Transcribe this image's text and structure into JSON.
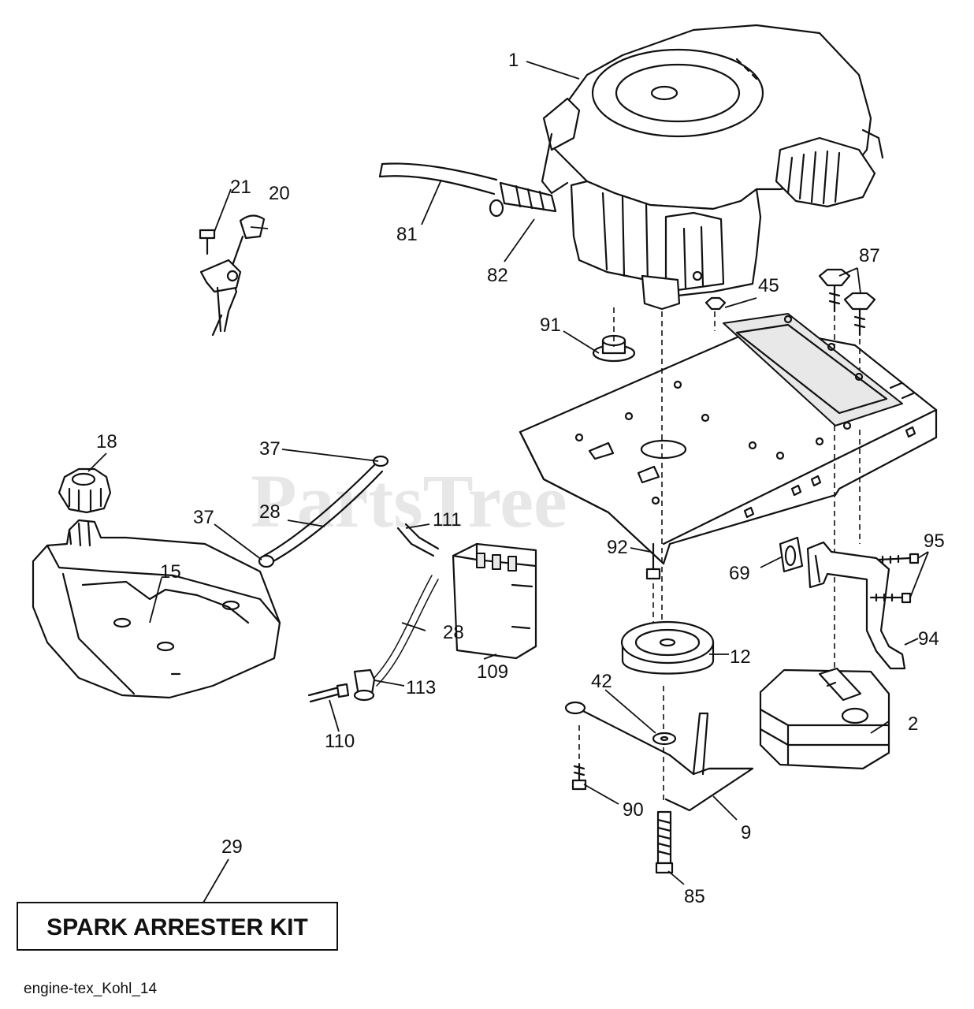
{
  "watermark": {
    "brand": "PartsTree",
    "trademark": "™"
  },
  "callouts": {
    "c1": "1",
    "c2": "2",
    "c9": "9",
    "c12": "12",
    "c15": "15",
    "c18": "18",
    "c20": "20",
    "c21": "21",
    "c28a": "28",
    "c28b": "28",
    "c29": "29",
    "c37a": "37",
    "c37b": "37",
    "c42": "42",
    "c45": "45",
    "c69": "69",
    "c81": "81",
    "c82": "82",
    "c85": "85",
    "c87": "87",
    "c90": "90",
    "c91": "91",
    "c92": "92",
    "c94": "94",
    "c95": "95",
    "c109": "109",
    "c110": "110",
    "c111": "111",
    "c113": "113"
  },
  "kit_box": {
    "label": "SPARK ARRESTER KIT"
  },
  "caption": "engine-tex_Kohl_14"
}
